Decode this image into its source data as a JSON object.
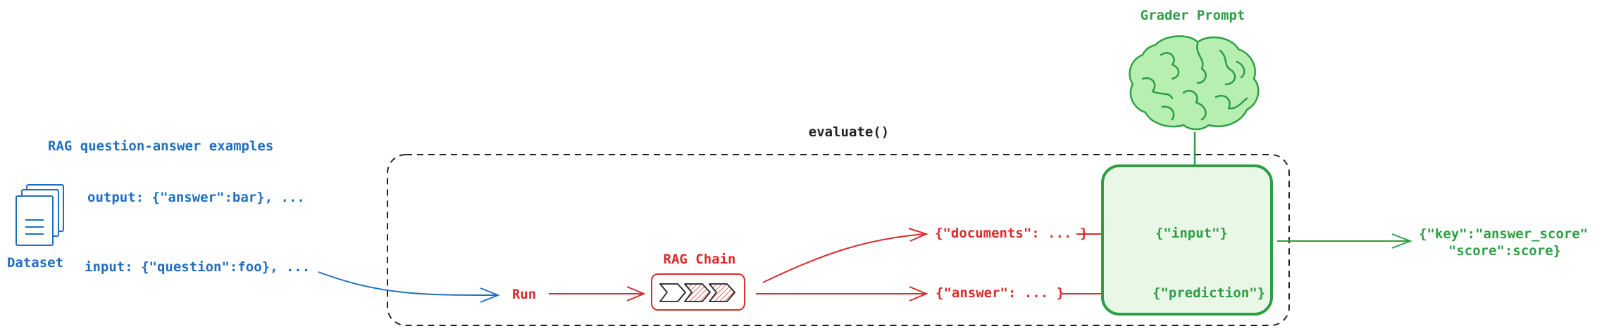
{
  "colors": {
    "blue": "#1f6fc0",
    "red": "#d92b2b",
    "green": "#2e9e44",
    "black": "#222222",
    "green_fill": "#e9f7e7",
    "brain_fill": "#b6efb0"
  },
  "dataset": {
    "heading": "RAG question-answer examples",
    "label": "Dataset",
    "output_text": "output: {\"answer\":bar}, ...",
    "input_text": "input: {\"question\":foo}, ..."
  },
  "evaluate": {
    "title": "evaluate()"
  },
  "pipeline": {
    "run_label": "Run",
    "chain_label": "RAG Chain",
    "documents_text": "{\"documents\": ... }",
    "answer_text": "{\"answer\": ... }"
  },
  "grader": {
    "title": "Grader Prompt",
    "input_text": "{\"input\"}",
    "prediction_text": "{\"prediction\"}"
  },
  "result": {
    "line1": "{\"key\":\"answer_score\"",
    "line2": "\"score\":score}"
  },
  "icons": [
    "documents-icon",
    "chevron-chain-icon",
    "brain-icon"
  ]
}
